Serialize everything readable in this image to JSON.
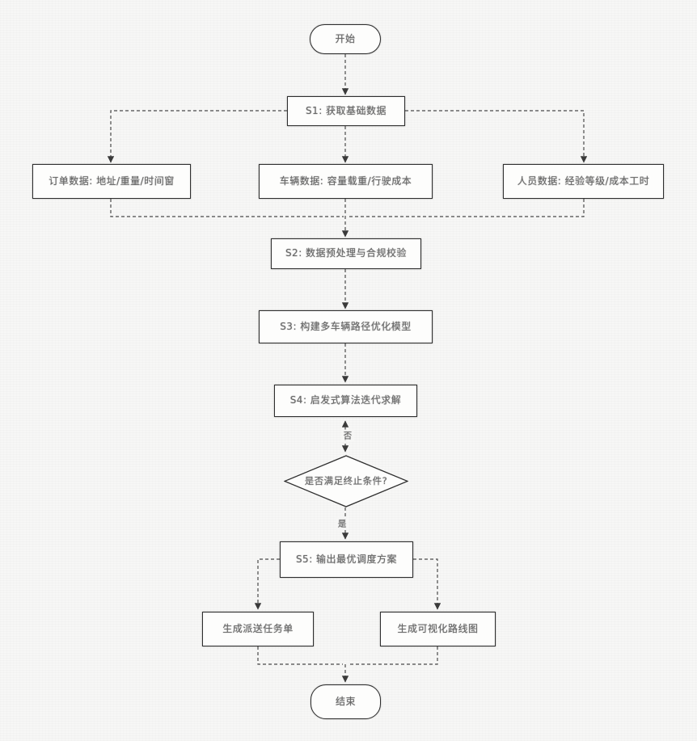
{
  "diagram": {
    "type": "flowchart",
    "nodes": {
      "start": {
        "label": "开始",
        "shape": "stadium"
      },
      "s1": {
        "label": "S1: 获取基础数据",
        "shape": "rect"
      },
      "order_data": {
        "label": "订单数据: 地址/重量/时间窗",
        "shape": "rect"
      },
      "vehicle_data": {
        "label": "车辆数据: 容量载重/行驶成本",
        "shape": "rect"
      },
      "staff_data": {
        "label": "人员数据: 经验等级/成本工时",
        "shape": "rect"
      },
      "s2": {
        "label": "S2: 数据预处理与合规校验",
        "shape": "rect"
      },
      "s3": {
        "label": "S3: 构建多车辆路径优化模型",
        "shape": "rect"
      },
      "s4": {
        "label": "S4: 启发式算法迭代求解",
        "shape": "rect"
      },
      "decision": {
        "label": "是否满足终止条件?",
        "shape": "diamond"
      },
      "s5": {
        "label": "S5: 输出最优调度方案",
        "shape": "rect"
      },
      "gen_task_sheet": {
        "label": "生成派送任务单",
        "shape": "rect"
      },
      "gen_route_map": {
        "label": "生成可视化路线图",
        "shape": "rect"
      },
      "end": {
        "label": "结束",
        "shape": "stadium"
      }
    },
    "edge_labels": {
      "no": "否",
      "yes": "是"
    },
    "colors": {
      "background": "#f7f7f6",
      "node_fill": "#fdfdfc",
      "node_border": "#2e2e2e",
      "text": "#4f4f4f",
      "connector": "#4a4a4a"
    }
  }
}
